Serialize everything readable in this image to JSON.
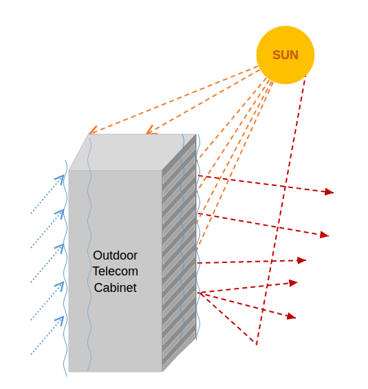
{
  "diagram": {
    "nodes": [
      {
        "text": [
          "SUN"
        ]
      },
      {
        "text": [
          "Outdoor Telecom Cabinet"
        ]
      }
    ],
    "edges": [
      {
        "from": 0,
        "to": 1,
        "arrow": "to"
      },
      {
        "from": 0,
        "to": 1,
        "arrow": "to"
      },
      {
        "from": 0,
        "to": 1,
        "arrow": "none"
      },
      {
        "from": 0,
        "to": 1,
        "arrow": "none"
      },
      {
        "from": 0,
        "to": 1,
        "arrow": "none"
      },
      {
        "from": 0,
        "to": 1,
        "arrow": "none"
      }
    ]
  }
}
